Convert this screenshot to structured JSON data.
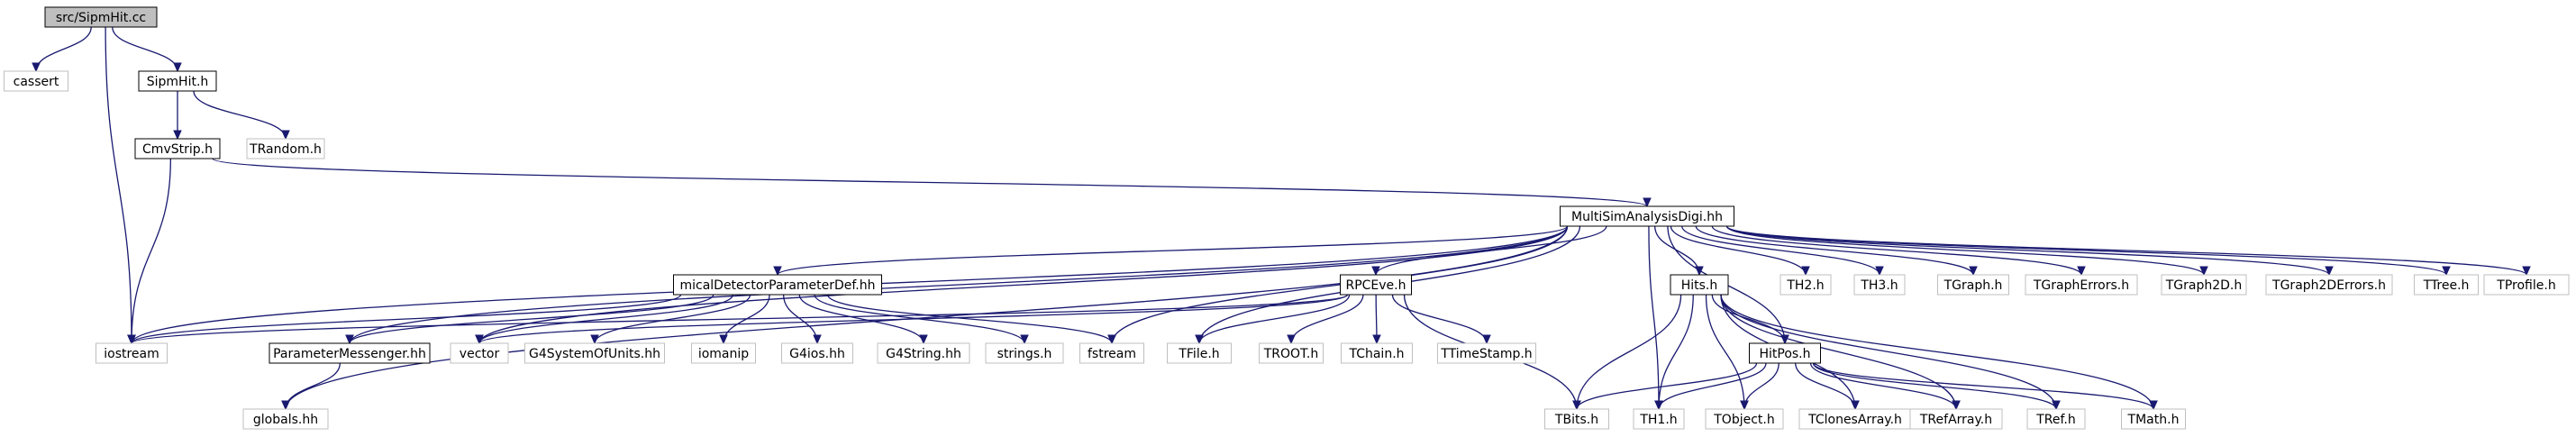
{
  "title": "src/SipmHit.cc",
  "colors": {
    "edge": "#191970",
    "focus_fill": "#bfbfbf",
    "node_border": "#000000",
    "ext_border": "#bfbfbf",
    "fill": "#ffffff"
  },
  "nodes": [
    {
      "id": "sipmhit_cc",
      "label": "src/SipmHit.cc",
      "kind": "focus"
    },
    {
      "id": "cassert",
      "label": "cassert",
      "kind": "external"
    },
    {
      "id": "sipmhit_h",
      "label": "SipmHit.h",
      "kind": "file"
    },
    {
      "id": "trandom",
      "label": "TRandom.h",
      "kind": "external"
    },
    {
      "id": "cmvstrip",
      "label": "CmvStrip.h",
      "kind": "file"
    },
    {
      "id": "msad",
      "label": "MultiSimAnalysisDigi.hh",
      "kind": "file"
    },
    {
      "id": "iostream",
      "label": "iostream",
      "kind": "external"
    },
    {
      "id": "globals",
      "label": "globals.hh",
      "kind": "external"
    },
    {
      "id": "paramsg",
      "label": "ParameterMessenger.hh",
      "kind": "file"
    },
    {
      "id": "vector",
      "label": "vector",
      "kind": "external"
    },
    {
      "id": "mdpd",
      "label": "micalDetectorParameterDef.hh",
      "kind": "file"
    },
    {
      "id": "g4sou",
      "label": "G4SystemOfUnits.hh",
      "kind": "external"
    },
    {
      "id": "iomanip",
      "label": "iomanip",
      "kind": "external"
    },
    {
      "id": "g4ios",
      "label": "G4ios.hh",
      "kind": "external"
    },
    {
      "id": "g4string",
      "label": "G4String.hh",
      "kind": "external"
    },
    {
      "id": "strings",
      "label": "strings.h",
      "kind": "external"
    },
    {
      "id": "fstream",
      "label": "fstream",
      "kind": "external"
    },
    {
      "id": "rpceve",
      "label": "RPCEve.h",
      "kind": "file"
    },
    {
      "id": "tfile",
      "label": "TFile.h",
      "kind": "external"
    },
    {
      "id": "troot",
      "label": "TROOT.h",
      "kind": "external"
    },
    {
      "id": "tchain",
      "label": "TChain.h",
      "kind": "external"
    },
    {
      "id": "ttimestamp",
      "label": "TTimeStamp.h",
      "kind": "external"
    },
    {
      "id": "tbits",
      "label": "TBits.h",
      "kind": "external"
    },
    {
      "id": "hits",
      "label": "Hits.h",
      "kind": "file"
    },
    {
      "id": "hitpos",
      "label": "HitPos.h",
      "kind": "file"
    },
    {
      "id": "th1",
      "label": "TH1.h",
      "kind": "external"
    },
    {
      "id": "tobject",
      "label": "TObject.h",
      "kind": "external"
    },
    {
      "id": "tclones",
      "label": "TClonesArray.h",
      "kind": "external"
    },
    {
      "id": "trefarray",
      "label": "TRefArray.h",
      "kind": "external"
    },
    {
      "id": "tref",
      "label": "TRef.h",
      "kind": "external"
    },
    {
      "id": "tmath",
      "label": "TMath.h",
      "kind": "external"
    },
    {
      "id": "th2",
      "label": "TH2.h",
      "kind": "external"
    },
    {
      "id": "th3",
      "label": "TH3.h",
      "kind": "external"
    },
    {
      "id": "tgraph",
      "label": "TGraph.h",
      "kind": "external"
    },
    {
      "id": "tgrapherr",
      "label": "TGraphErrors.h",
      "kind": "external"
    },
    {
      "id": "tgraph2d",
      "label": "TGraph2D.h",
      "kind": "external"
    },
    {
      "id": "tgraph2derr",
      "label": "TGraph2DErrors.h",
      "kind": "external"
    },
    {
      "id": "ttree",
      "label": "TTree.h",
      "kind": "external"
    },
    {
      "id": "tprofile",
      "label": "TProfile.h",
      "kind": "external"
    }
  ],
  "edges": [
    [
      "sipmhit_cc",
      "cassert"
    ],
    [
      "sipmhit_cc",
      "sipmhit_h"
    ],
    [
      "sipmhit_cc",
      "iostream"
    ],
    [
      "sipmhit_h",
      "cmvstrip"
    ],
    [
      "sipmhit_h",
      "trandom"
    ],
    [
      "cmvstrip",
      "iostream"
    ],
    [
      "cmvstrip",
      "msad"
    ],
    [
      "msad",
      "iostream"
    ],
    [
      "msad",
      "globals"
    ],
    [
      "msad",
      "paramsg"
    ],
    [
      "msad",
      "vector"
    ],
    [
      "msad",
      "mdpd"
    ],
    [
      "msad",
      "fstream"
    ],
    [
      "msad",
      "rpceve"
    ],
    [
      "msad",
      "tfile"
    ],
    [
      "msad",
      "hits"
    ],
    [
      "msad",
      "th1"
    ],
    [
      "msad",
      "hitpos"
    ],
    [
      "msad",
      "th2"
    ],
    [
      "msad",
      "th3"
    ],
    [
      "msad",
      "tgraph"
    ],
    [
      "msad",
      "tgrapherr"
    ],
    [
      "msad",
      "tgraph2d"
    ],
    [
      "msad",
      "tgraph2derr"
    ],
    [
      "msad",
      "ttree"
    ],
    [
      "msad",
      "tprofile"
    ],
    [
      "paramsg",
      "globals"
    ],
    [
      "mdpd",
      "iostream"
    ],
    [
      "mdpd",
      "paramsg"
    ],
    [
      "mdpd",
      "vector"
    ],
    [
      "mdpd",
      "g4sou"
    ],
    [
      "mdpd",
      "iomanip"
    ],
    [
      "mdpd",
      "g4ios"
    ],
    [
      "mdpd",
      "g4string"
    ],
    [
      "mdpd",
      "strings"
    ],
    [
      "mdpd",
      "fstream"
    ],
    [
      "rpceve",
      "iostream"
    ],
    [
      "rpceve",
      "vector"
    ],
    [
      "rpceve",
      "tfile"
    ],
    [
      "rpceve",
      "troot"
    ],
    [
      "rpceve",
      "tchain"
    ],
    [
      "rpceve",
      "ttimestamp"
    ],
    [
      "rpceve",
      "tbits"
    ],
    [
      "hits",
      "hitpos"
    ],
    [
      "hits",
      "tbits"
    ],
    [
      "hits",
      "th1"
    ],
    [
      "hits",
      "tobject"
    ],
    [
      "hits",
      "tclones"
    ],
    [
      "hits",
      "trefarray"
    ],
    [
      "hits",
      "tref"
    ],
    [
      "hits",
      "tmath"
    ],
    [
      "hitpos",
      "tbits"
    ],
    [
      "hitpos",
      "th1"
    ],
    [
      "hitpos",
      "tobject"
    ],
    [
      "hitpos",
      "tclones"
    ],
    [
      "hitpos",
      "trefarray"
    ],
    [
      "hitpos",
      "tref"
    ],
    [
      "hitpos",
      "tmath"
    ]
  ]
}
